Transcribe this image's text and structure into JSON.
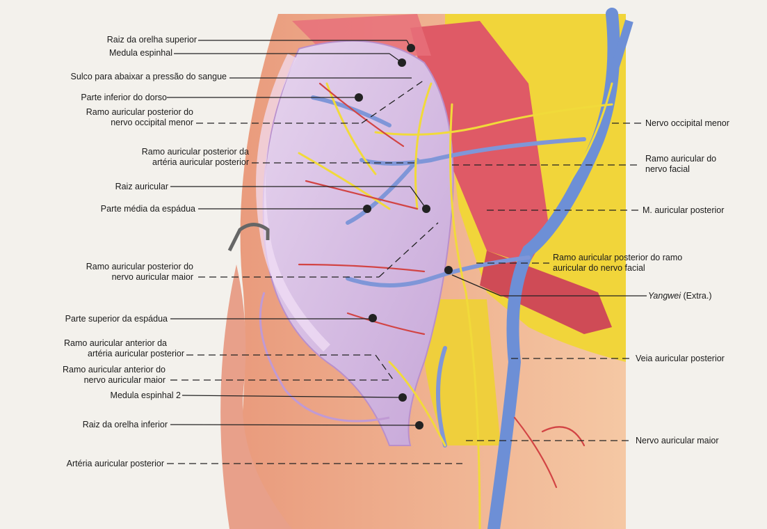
{
  "labels_left": [
    {
      "id": "raiz-orelha-superior",
      "text": "Raiz da orelha superior"
    },
    {
      "id": "medula-espinhal",
      "text": "Medula espinhal"
    },
    {
      "id": "sulco",
      "text": "Sulco para abaixar a pressão do sangue"
    },
    {
      "id": "parte-inferior-dorso",
      "text": "Parte inferior do dorso"
    },
    {
      "id": "ramo-aur-post-occipital-1",
      "text": "Ramo auricular posterior do"
    },
    {
      "id": "ramo-aur-post-occipital-2",
      "text": "nervo occipital menor"
    },
    {
      "id": "ramo-aur-post-arteria-1",
      "text": "Ramo auricular posterior da"
    },
    {
      "id": "ramo-aur-post-arteria-2",
      "text": "artéria auricular posterior"
    },
    {
      "id": "raiz-auricular",
      "text": "Raiz auricular"
    },
    {
      "id": "parte-media-espadua",
      "text": "Parte média da espádua"
    },
    {
      "id": "ramo-aur-post-maior-1",
      "text": "Ramo auricular posterior do"
    },
    {
      "id": "ramo-aur-post-maior-2",
      "text": "nervo auricular maior"
    },
    {
      "id": "parte-superior-espadua",
      "text": "Parte superior da espádua"
    },
    {
      "id": "ramo-aur-ant-arteria-1",
      "text": "Ramo auricular anterior da"
    },
    {
      "id": "ramo-aur-ant-arteria-2",
      "text": "artéria auricular posterior"
    },
    {
      "id": "ramo-aur-ant-maior-1",
      "text": "Ramo auricular anterior do"
    },
    {
      "id": "ramo-aur-ant-maior-2",
      "text": "nervo auricular maior"
    },
    {
      "id": "medula-espinhal-2",
      "text": "Medula espinhal 2"
    },
    {
      "id": "raiz-orelha-inferior",
      "text": "Raiz  da orelha inferior"
    },
    {
      "id": "arteria-auricular-posterior",
      "text": "Artéria auricular posterior"
    }
  ],
  "labels_right": [
    {
      "id": "nervo-occipital-menor",
      "text": "Nervo occipital menor"
    },
    {
      "id": "ramo-aur-nervo-facial-1",
      "text": "Ramo auricular do"
    },
    {
      "id": "ramo-aur-nervo-facial-2",
      "text": "nervo facial"
    },
    {
      "id": "m-auricular-posterior",
      "text": "M. auricular posterior"
    },
    {
      "id": "ramo-aur-post-ramo-1",
      "text": "Ramo auricular posterior do ramo"
    },
    {
      "id": "ramo-aur-post-ramo-2",
      "text": "auricular do nervo facial"
    },
    {
      "id": "yangwei-italic",
      "text": "Yangwei"
    },
    {
      "id": "yangwei-extra",
      "text": " (Extra.)"
    },
    {
      "id": "veia-auricular-posterior",
      "text": "Veia auricular posterior"
    },
    {
      "id": "nervo-auricular-maior",
      "text": "Nervo auricular maior"
    }
  ],
  "colors": {
    "background": "#f3f1ec",
    "skin": "#f0b48c",
    "muscle": "#e0606a",
    "fat": "#f2dc3a",
    "ear": "#d9c2e6",
    "vein": "#6d8fd6",
    "nerve": "#e8d23a",
    "artery": "#d84848",
    "point": "#222222"
  }
}
